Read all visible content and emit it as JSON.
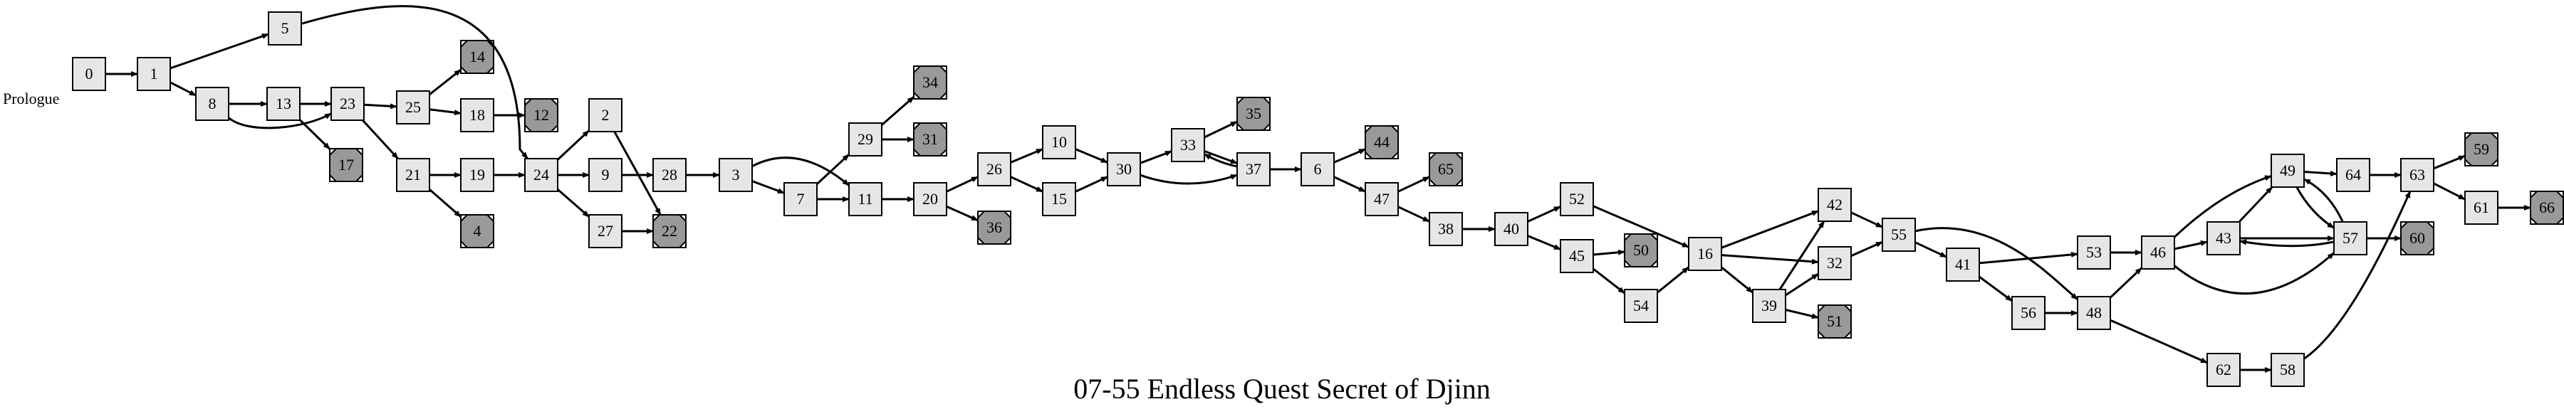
{
  "title": "07-55 Endless Quest Secret of Djinn",
  "start_label": "Prologue",
  "colors": {
    "background": "#ffffff",
    "node_fill": "#e6e6e6",
    "ending_fill": "#999999",
    "stroke": "#000000"
  },
  "nodes": [
    {
      "id": "0",
      "ending": false
    },
    {
      "id": "1",
      "ending": false
    },
    {
      "id": "5",
      "ending": false
    },
    {
      "id": "8",
      "ending": false
    },
    {
      "id": "13",
      "ending": false
    },
    {
      "id": "23",
      "ending": false
    },
    {
      "id": "17",
      "ending": true
    },
    {
      "id": "25",
      "ending": false
    },
    {
      "id": "14",
      "ending": true
    },
    {
      "id": "18",
      "ending": false
    },
    {
      "id": "12",
      "ending": true
    },
    {
      "id": "21",
      "ending": false
    },
    {
      "id": "19",
      "ending": false
    },
    {
      "id": "4",
      "ending": true
    },
    {
      "id": "24",
      "ending": false
    },
    {
      "id": "2",
      "ending": false
    },
    {
      "id": "9",
      "ending": false
    },
    {
      "id": "27",
      "ending": false
    },
    {
      "id": "28",
      "ending": false
    },
    {
      "id": "22",
      "ending": true
    },
    {
      "id": "3",
      "ending": false
    },
    {
      "id": "7",
      "ending": false
    },
    {
      "id": "29",
      "ending": false
    },
    {
      "id": "11",
      "ending": false
    },
    {
      "id": "34",
      "ending": true
    },
    {
      "id": "31",
      "ending": true
    },
    {
      "id": "20",
      "ending": false
    },
    {
      "id": "26",
      "ending": false
    },
    {
      "id": "36",
      "ending": true
    },
    {
      "id": "10",
      "ending": false
    },
    {
      "id": "15",
      "ending": false
    },
    {
      "id": "30",
      "ending": false
    },
    {
      "id": "33",
      "ending": false
    },
    {
      "id": "35",
      "ending": true
    },
    {
      "id": "37",
      "ending": false
    },
    {
      "id": "6",
      "ending": false
    },
    {
      "id": "44",
      "ending": true
    },
    {
      "id": "47",
      "ending": false
    },
    {
      "id": "65",
      "ending": true
    },
    {
      "id": "38",
      "ending": false
    },
    {
      "id": "40",
      "ending": false
    },
    {
      "id": "52",
      "ending": false
    },
    {
      "id": "45",
      "ending": false
    },
    {
      "id": "50",
      "ending": true
    },
    {
      "id": "54",
      "ending": false
    },
    {
      "id": "16",
      "ending": false
    },
    {
      "id": "42",
      "ending": false
    },
    {
      "id": "32",
      "ending": false
    },
    {
      "id": "39",
      "ending": false
    },
    {
      "id": "51",
      "ending": true
    },
    {
      "id": "55",
      "ending": false
    },
    {
      "id": "41",
      "ending": false
    },
    {
      "id": "53",
      "ending": false
    },
    {
      "id": "56",
      "ending": false
    },
    {
      "id": "48",
      "ending": false
    },
    {
      "id": "46",
      "ending": false
    },
    {
      "id": "43",
      "ending": false
    },
    {
      "id": "49",
      "ending": false
    },
    {
      "id": "57",
      "ending": false
    },
    {
      "id": "64",
      "ending": false
    },
    {
      "id": "62",
      "ending": false
    },
    {
      "id": "58",
      "ending": false
    },
    {
      "id": "63",
      "ending": false
    },
    {
      "id": "60",
      "ending": true
    },
    {
      "id": "59",
      "ending": true
    },
    {
      "id": "61",
      "ending": false
    },
    {
      "id": "66",
      "ending": true
    }
  ],
  "edges": [
    [
      "0",
      "1"
    ],
    [
      "1",
      "5"
    ],
    [
      "1",
      "8"
    ],
    [
      "5",
      "24"
    ],
    [
      "8",
      "13"
    ],
    [
      "8",
      "23"
    ],
    [
      "13",
      "23"
    ],
    [
      "13",
      "17"
    ],
    [
      "23",
      "25"
    ],
    [
      "23",
      "21"
    ],
    [
      "25",
      "14"
    ],
    [
      "25",
      "18"
    ],
    [
      "18",
      "12"
    ],
    [
      "21",
      "19"
    ],
    [
      "21",
      "4"
    ],
    [
      "19",
      "24"
    ],
    [
      "24",
      "2"
    ],
    [
      "24",
      "9"
    ],
    [
      "24",
      "27"
    ],
    [
      "2",
      "22"
    ],
    [
      "9",
      "28"
    ],
    [
      "27",
      "22"
    ],
    [
      "28",
      "3"
    ],
    [
      "3",
      "7"
    ],
    [
      "3",
      "11"
    ],
    [
      "7",
      "29"
    ],
    [
      "7",
      "11"
    ],
    [
      "29",
      "34"
    ],
    [
      "29",
      "31"
    ],
    [
      "11",
      "20"
    ],
    [
      "20",
      "26"
    ],
    [
      "20",
      "36"
    ],
    [
      "26",
      "10"
    ],
    [
      "26",
      "15"
    ],
    [
      "10",
      "30"
    ],
    [
      "15",
      "30"
    ],
    [
      "30",
      "33"
    ],
    [
      "30",
      "37"
    ],
    [
      "33",
      "35"
    ],
    [
      "33",
      "37"
    ],
    [
      "37",
      "33"
    ],
    [
      "37",
      "6"
    ],
    [
      "6",
      "44"
    ],
    [
      "6",
      "47"
    ],
    [
      "47",
      "65"
    ],
    [
      "47",
      "38"
    ],
    [
      "38",
      "40"
    ],
    [
      "40",
      "52"
    ],
    [
      "40",
      "45"
    ],
    [
      "45",
      "50"
    ],
    [
      "45",
      "54"
    ],
    [
      "52",
      "16"
    ],
    [
      "54",
      "16"
    ],
    [
      "16",
      "42"
    ],
    [
      "16",
      "32"
    ],
    [
      "16",
      "39"
    ],
    [
      "39",
      "42"
    ],
    [
      "39",
      "32"
    ],
    [
      "39",
      "51"
    ],
    [
      "42",
      "55"
    ],
    [
      "32",
      "55"
    ],
    [
      "55",
      "41"
    ],
    [
      "55",
      "48"
    ],
    [
      "41",
      "53"
    ],
    [
      "41",
      "56"
    ],
    [
      "56",
      "48"
    ],
    [
      "53",
      "46"
    ],
    [
      "48",
      "46"
    ],
    [
      "48",
      "62"
    ],
    [
      "46",
      "49"
    ],
    [
      "46",
      "43"
    ],
    [
      "46",
      "57"
    ],
    [
      "43",
      "49"
    ],
    [
      "43",
      "57"
    ],
    [
      "57",
      "43"
    ],
    [
      "57",
      "49"
    ],
    [
      "49",
      "57"
    ],
    [
      "49",
      "64"
    ],
    [
      "57",
      "60"
    ],
    [
      "64",
      "63"
    ],
    [
      "62",
      "58"
    ],
    [
      "58",
      "63"
    ],
    [
      "63",
      "59"
    ],
    [
      "63",
      "61"
    ],
    [
      "61",
      "66"
    ]
  ]
}
